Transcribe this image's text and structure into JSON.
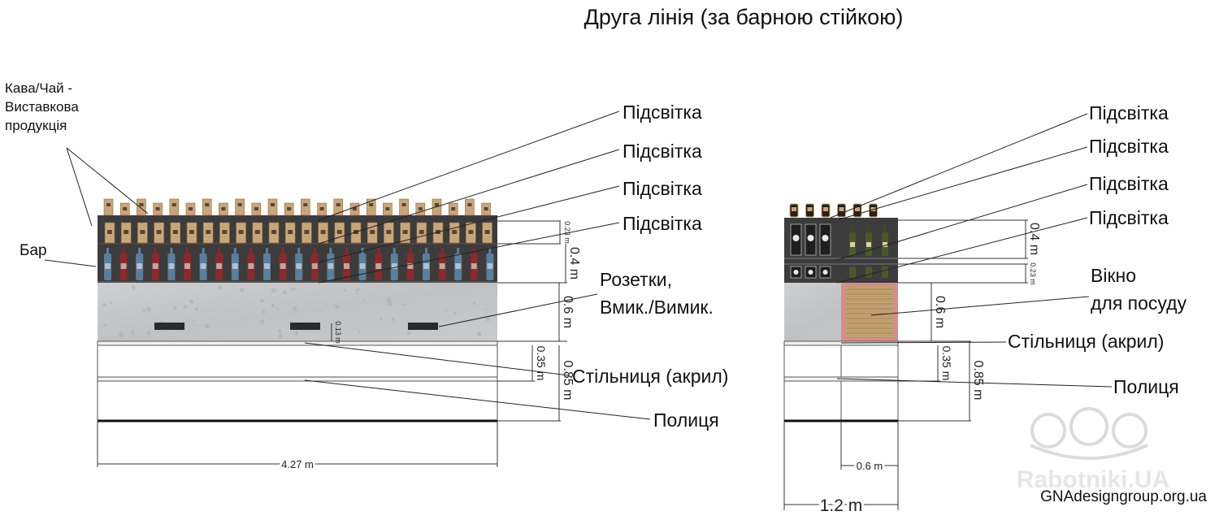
{
  "title": "Друга лінія (за барною стійкою)",
  "watermark": "Rabotniki.UA",
  "credit": "GNAdesigngroup.org.ua",
  "left_view": {
    "callouts": {
      "coffee_tea_1": "Кава/Чай -",
      "coffee_tea_2": "Виставкова",
      "coffee_tea_3": "продукція",
      "bar": "Бар",
      "light_1": "Підсвітка",
      "light_2": "Підсвітка",
      "light_3": "Підсвітка",
      "light_4": "Підсвітка",
      "sockets_1": "Розетки,",
      "sockets_2": "Вмик./Вимик.",
      "countertop": "Стільниця (акрил)",
      "shelf": "Полиця"
    },
    "dimensions": {
      "upper_shelf": "0.23 m",
      "bottles_shelf": "0.4 m",
      "wall": "0.6 m",
      "socket_height": "0.13 m",
      "countertop_gap": "0.35 m",
      "counter_height": "0.85 m",
      "width": "4.27 m"
    }
  },
  "right_view": {
    "callouts": {
      "light_1": "Підсвітка",
      "light_2": "Підсвітка",
      "light_3": "Підсвітка",
      "light_4": "Підсвітка",
      "window_1": "Вікно",
      "window_2": "для посуду",
      "countertop": "Стільниця (акрил)",
      "shelf": "Полиця"
    },
    "dimensions": {
      "top_shelf": "0.4 m",
      "lower_shelf": "0.23 m",
      "wall": "0.6 m",
      "countertop_gap": "0.35 m",
      "counter_height": "0.85 m",
      "window_width": "0.6 m",
      "width": "1.2 m"
    }
  },
  "colors": {
    "cabinet": "#3c3c3c",
    "wall": "#c3c5c6",
    "box": "#c9a57a",
    "bottle_red": "#8a2a2a",
    "bottle_blue": "#5a7f9e",
    "window_frame": "#d98b8b",
    "window_wood": "#c8a575"
  }
}
